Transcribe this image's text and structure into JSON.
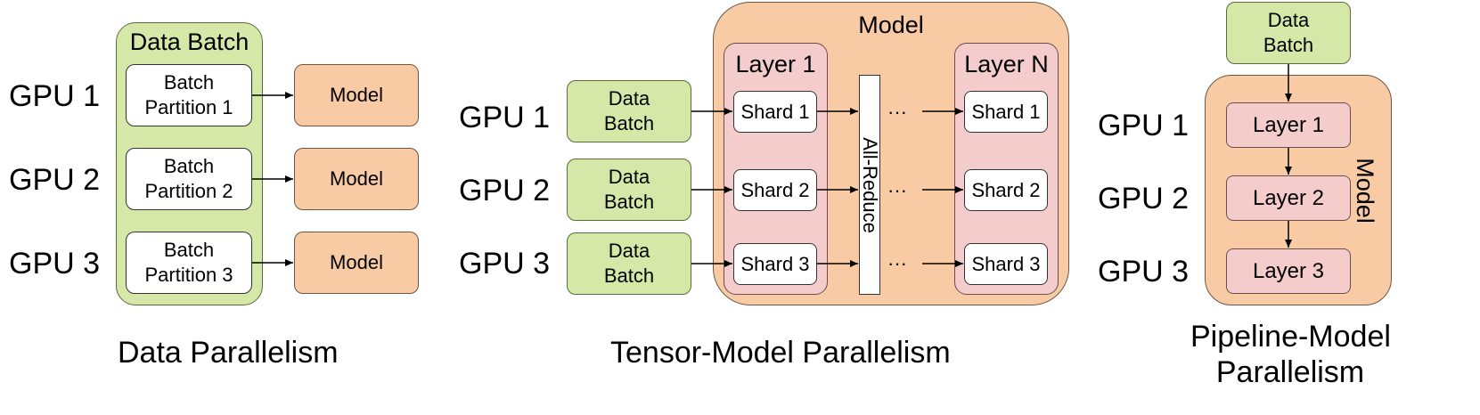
{
  "data_parallel": {
    "container_title": "Data Batch",
    "gpus": [
      "GPU 1",
      "GPU 2",
      "GPU 3"
    ],
    "partitions": [
      {
        "line1": "Batch",
        "line2": "Partition 1"
      },
      {
        "line1": "Batch",
        "line2": "Partition 2"
      },
      {
        "line1": "Batch",
        "line2": "Partition 3"
      }
    ],
    "models": [
      "Model",
      "Model",
      "Model"
    ],
    "caption": "Data Parallelism"
  },
  "tensor_parallel": {
    "model_title": "Model",
    "gpus": [
      "GPU 1",
      "GPU 2",
      "GPU 3"
    ],
    "data_batches": [
      {
        "line1": "Data",
        "line2": "Batch"
      },
      {
        "line1": "Data",
        "line2": "Batch"
      },
      {
        "line1": "Data",
        "line2": "Batch"
      }
    ],
    "layer1_title": "Layer 1",
    "layerN_title": "Layer N",
    "layer1_shards": [
      "Shard 1",
      "Shard 2",
      "Shard 3"
    ],
    "layerN_shards": [
      "Shard 1",
      "Shard 2",
      "Shard 3"
    ],
    "all_reduce": "All-Reduce",
    "ellipsis": [
      "···",
      "···",
      "···"
    ],
    "caption": "Tensor-Model Parallelism"
  },
  "pipeline_parallel": {
    "data_batch": {
      "line1": "Data",
      "line2": "Batch"
    },
    "model_label": "Model",
    "gpus": [
      "GPU 1",
      "GPU 2",
      "GPU 3"
    ],
    "layers": [
      "Layer 1",
      "Layer 2",
      "Layer 3"
    ],
    "caption_line1": "Pipeline-Model",
    "caption_line2": "Parallelism"
  },
  "colors": {
    "green": "#d5e8a8",
    "orange": "#f8cba4",
    "pink": "#f4cccc",
    "arrow": "#000000"
  }
}
